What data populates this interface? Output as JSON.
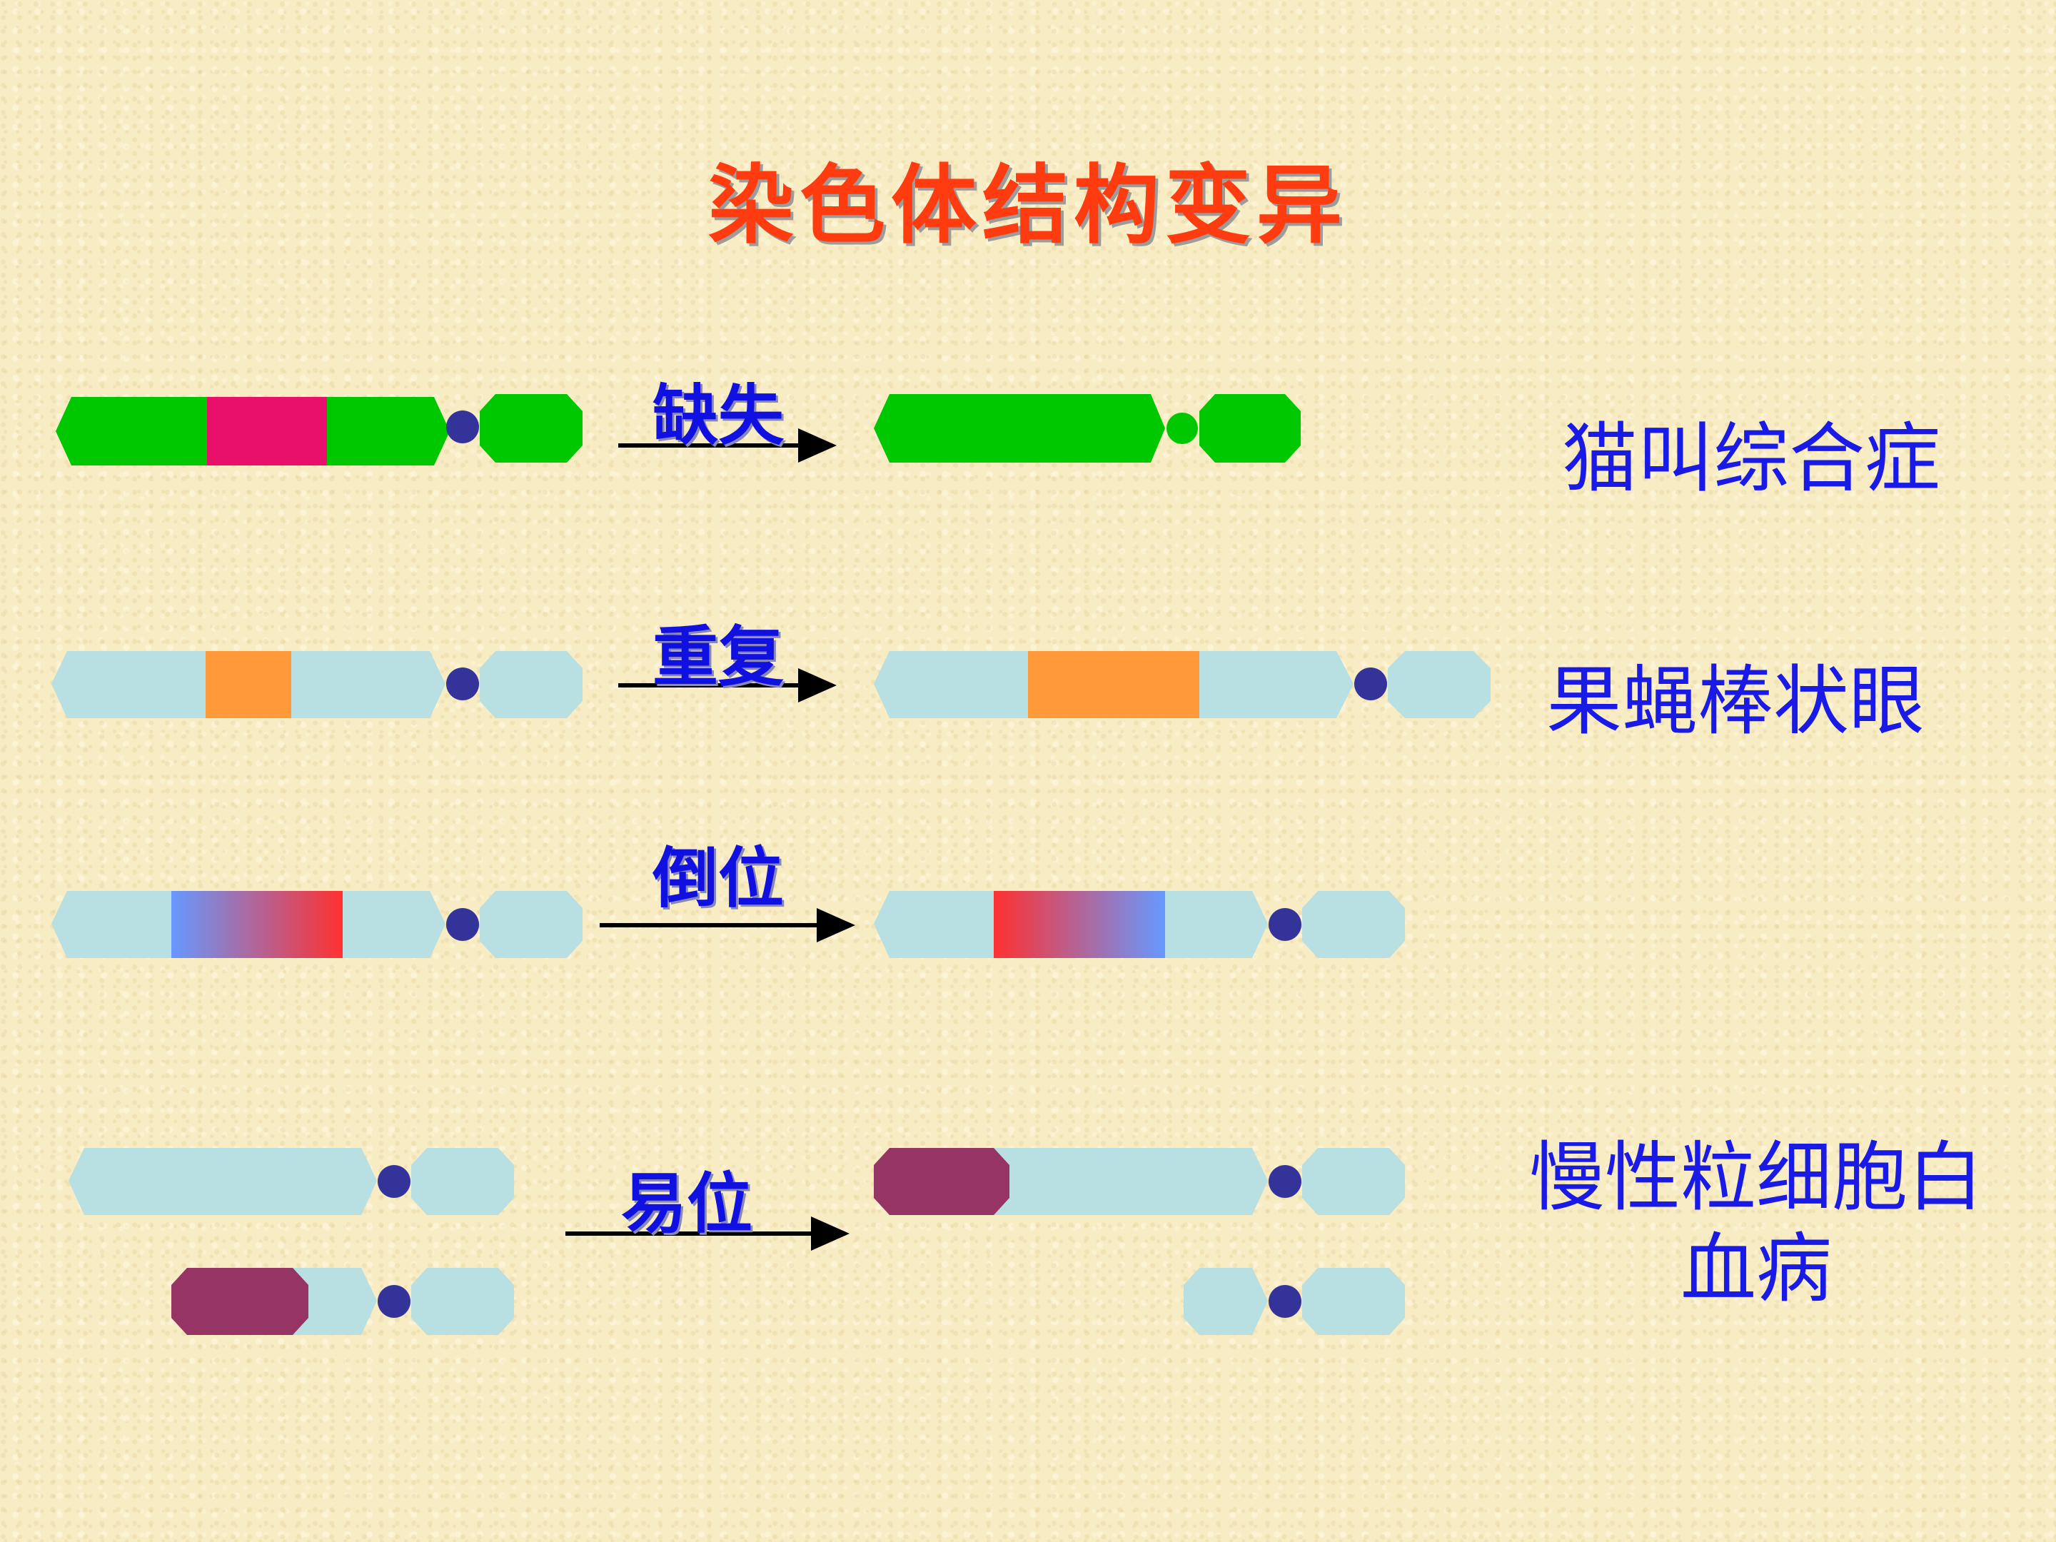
{
  "title": "染色体结构变异",
  "rows": [
    {
      "operation": "缺失",
      "disorder": "猫叫综合症"
    },
    {
      "operation": "重复",
      "disorder": "果蝇棒状眼"
    },
    {
      "operation": "倒位",
      "disorder": ""
    },
    {
      "operation": "易位",
      "disorder": "慢性粒细胞白血病"
    }
  ],
  "colors": {
    "title": "#ff3b10",
    "text": "#1a1ae6",
    "green": "#00c800",
    "deleted_segment": "#e8106a",
    "chromosome": "#b8dfe2",
    "duplicated_segment": "#ff9a3a",
    "inversion_blue": "#6699ff",
    "inversion_red": "#ff3030",
    "translocated_segment": "#963464",
    "centromere": "#333399"
  }
}
